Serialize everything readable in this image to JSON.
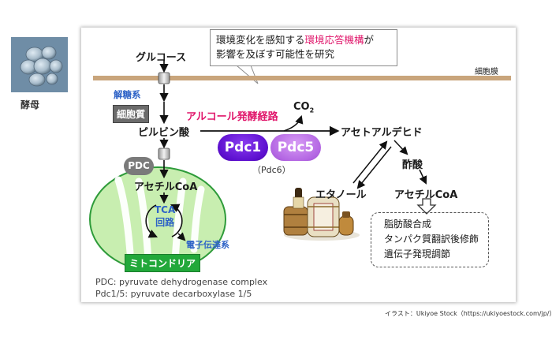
{
  "yeast": {
    "label": "酵母"
  },
  "membrane_label": "細胞膜",
  "note": {
    "line1_pre": "環境変化を感知する",
    "line1_highlight": "環境応答機構",
    "line1_post": "が",
    "line2": "影響を及ぼす可能性を研究"
  },
  "pathway": {
    "glucose": "グルコース",
    "glycolysis": "解糖系",
    "cytoplasm": "細胞質",
    "pyruvate": "ピルビン酸",
    "fermentation": "アルコール発酵経路",
    "co2": "CO",
    "co2_sub": "2",
    "acetaldehyde": "アセトアルデヒド",
    "acetic_acid": "酢酸",
    "ethanol": "エタノール",
    "acetyl_coa_right": "アセチルCoA",
    "pdc1": "Pdc1",
    "pdc5": "Pdc5",
    "pdc6": "（Pdc6）",
    "pdc": "PDC",
    "acetyl_coa_mito": "アセチルCoA",
    "tca_line1": "TCA",
    "tca_line2": "回路",
    "electron_transport": "電子伝達系",
    "mitochondria": "ミトコンドリア"
  },
  "outputs": [
    "脂肪酸合成",
    "タンパク質翻訳後修飾",
    "遺伝子発現調節"
  ],
  "legend": {
    "pdc": "PDC:  pyruvate dehydrogenase complex",
    "pdc15": "Pdc1/5:  pyruvate decarboxylase 1/5"
  },
  "credit": "イラスト：Ukiyoe Stock（https://ukiyoestock.com/jp/）",
  "colors": {
    "membrane": "#c9a57c",
    "mitochondria_fill": "#c8eeb0",
    "mitochondria_stroke": "#2e9b3a",
    "highlight": "#e0156a",
    "accent_blue": "#2e63c7",
    "pdc1": "#5d10cf",
    "pdc5": "#b467e3"
  }
}
